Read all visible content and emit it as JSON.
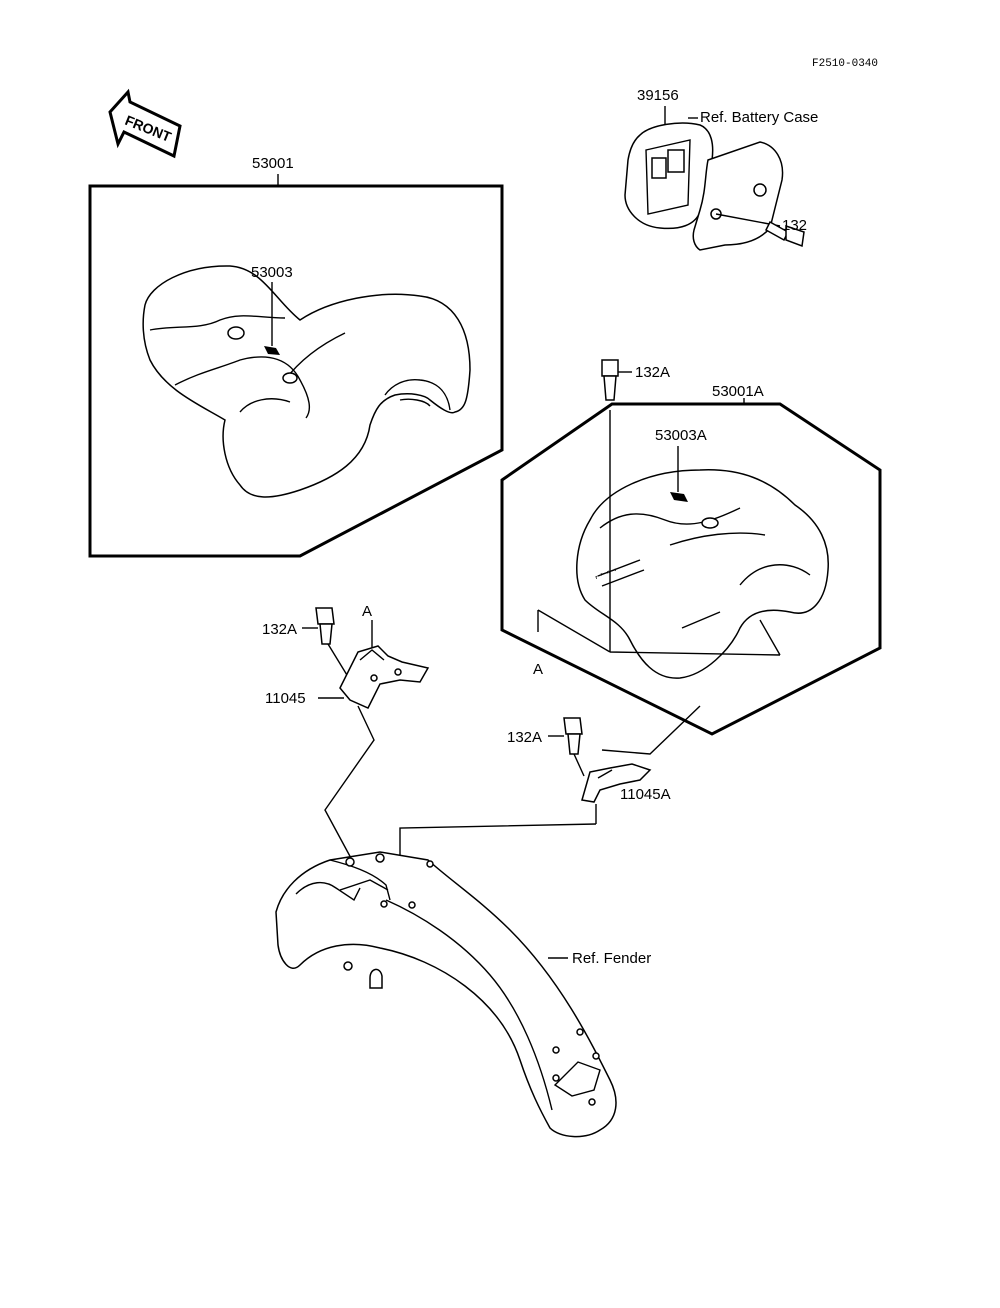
{
  "reference_code": "F2510-0340",
  "front_arrow": {
    "text": "FRONT",
    "icon": "front-arrow-icon"
  },
  "labels": {
    "seat_assembly": "53001",
    "seat_emblem": "53003",
    "seat_assembly_alt": "53001A",
    "seat_emblem_alt": "53003A",
    "battery_cover": "39156",
    "battery_case_ref": "Ref. Battery Case",
    "bolt": "132",
    "bolt_a_top": "132A",
    "bolt_a_left": "132A",
    "bolt_a_right": "132A",
    "bracket": "11045",
    "bracket_alt": "11045A",
    "fender_ref": "Ref. Fender",
    "marker_a_top": "A",
    "marker_a_bottom": "A"
  }
}
